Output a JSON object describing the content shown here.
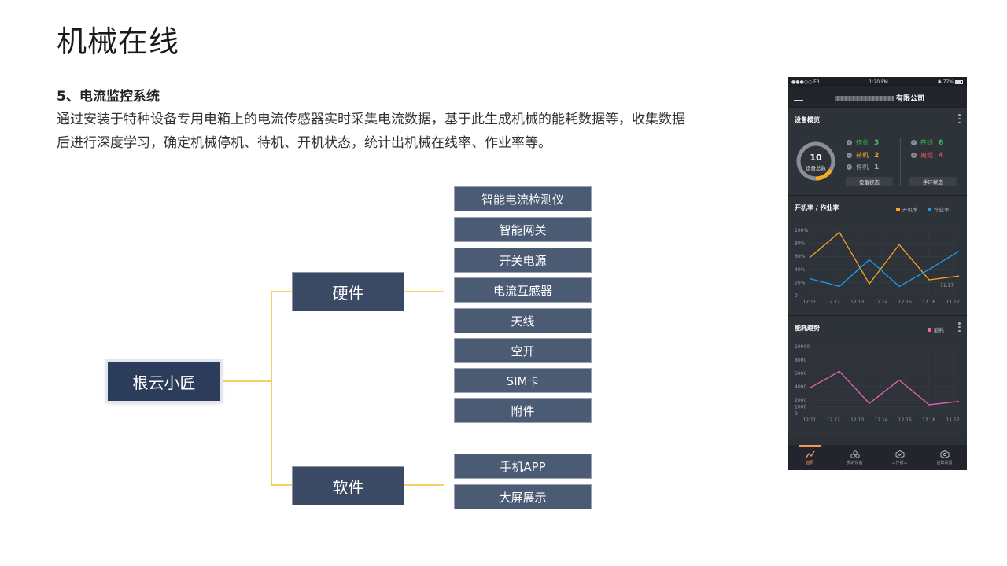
{
  "page": {
    "title": "机械在线",
    "section_heading": "5、电流监控系统",
    "description_line1": "通过安装于特种设备专用电箱上的电流传感器实时采集电流数据，基于此生成机械的能耗数据等，收集数据",
    "description_line2": "后进行深度学习，确定机械停机、待机、开机状态，统计出机械在线率、作业率等。"
  },
  "tree": {
    "root": "根云小匠",
    "hardware": "硬件",
    "software": "软件",
    "hardware_items": [
      "智能电流检测仪",
      "智能网关",
      "开关电源",
      "电流互感器",
      "天线",
      "空开",
      "SIM卡",
      "附件"
    ],
    "software_items": [
      "手机APP",
      "大屏展示"
    ]
  },
  "phone": {
    "status": {
      "carrier": "●●●○○ FB",
      "time": "1:20 PM",
      "battery": "77%"
    },
    "company_suffix": "有限公司",
    "overview": {
      "title": "设备概览",
      "total": "10",
      "total_label": "设备总数",
      "working_label": "作业",
      "working_value": "3",
      "standby_label": "待机",
      "standby_value": "2",
      "stopped_label": "停机",
      "stopped_value": "1",
      "online_label": "在线",
      "online_value": "6",
      "offline_label": "离线",
      "offline_value": "4",
      "device_status_button": "设备状态",
      "bracelet_status_button": "手环状态"
    },
    "tabs": [
      "首页",
      "我的设备",
      "工作报工",
      "基础设置"
    ]
  },
  "colors": {
    "node_dark": "#2c3d5c",
    "connector": "#f2c12e",
    "working": "#36c25a",
    "standby": "#f5a623",
    "online": "#36c25a",
    "offline": "#f05454",
    "rate_open": "#f5a623",
    "rate_work": "#1e9ce8",
    "energy": "#e864b4"
  },
  "chart_data": [
    {
      "type": "line",
      "title": "开机率 / 作业率",
      "x": [
        "12.11",
        "12.12",
        "12.13",
        "12.14",
        "12.15",
        "12.16",
        "11.17"
      ],
      "xlabel": "",
      "ylabel": "",
      "ylim": [
        0,
        100
      ],
      "yticks": [
        "0",
        "20%",
        "40%",
        "60%",
        "80%",
        "100%"
      ],
      "annotation": "11.17",
      "series": [
        {
          "name": "开机率",
          "values": [
            58,
            97,
            18,
            78,
            24,
            30
          ]
        },
        {
          "name": "作业率",
          "values": [
            26,
            14,
            55,
            14,
            40,
            68
          ]
        }
      ]
    },
    {
      "type": "line",
      "title": "能耗趋势",
      "x": [
        "12.11",
        "12.12",
        "12.13",
        "12.14",
        "12.15",
        "12.16",
        "11.17"
      ],
      "xlabel": "",
      "ylabel": "",
      "ylim": [
        0,
        10000
      ],
      "yticks": [
        "0",
        "1000",
        "2000",
        "4000",
        "6000",
        "8000",
        "10000"
      ],
      "series": [
        {
          "name": "能耗",
          "values": [
            3800,
            6300,
            1500,
            5000,
            1300,
            1800
          ]
        }
      ]
    }
  ]
}
